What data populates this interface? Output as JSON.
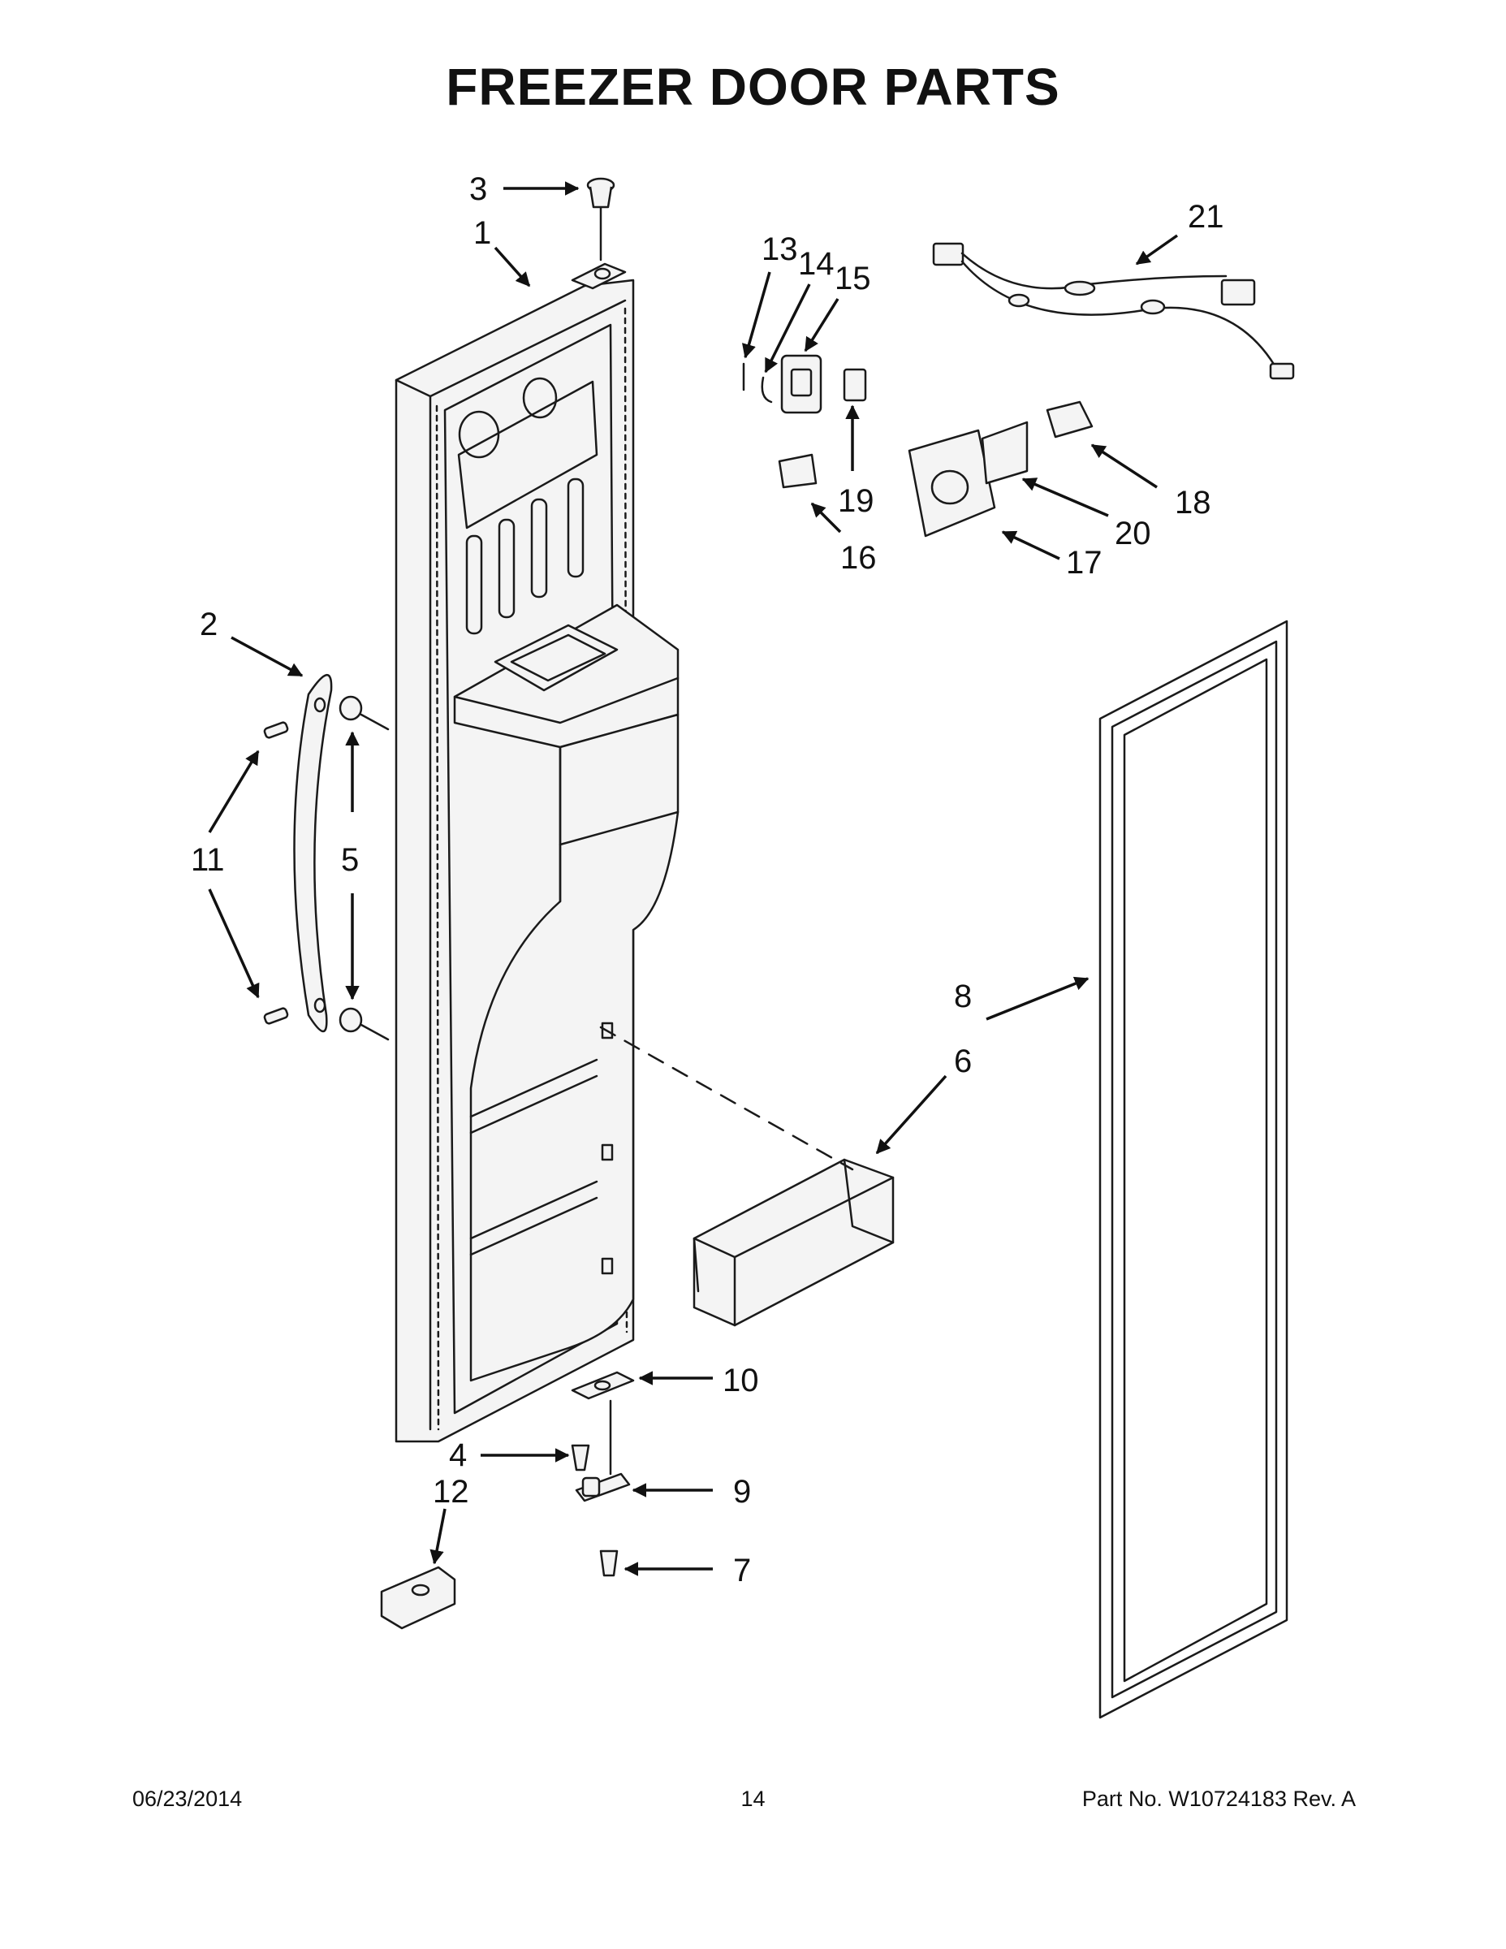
{
  "title": "FREEZER DOOR PARTS",
  "footer": {
    "date": "06/23/2014",
    "page": "14",
    "part_number": "Part No.  W10724183  Rev.  A"
  },
  "callouts": {
    "c1": "1",
    "c2": "2",
    "c3": "3",
    "c4": "4",
    "c5": "5",
    "c6": "6",
    "c7": "7",
    "c8": "8",
    "c9": "9",
    "c10": "10",
    "c11": "11",
    "c12": "12",
    "c13": "13",
    "c14": "14",
    "c15": "15",
    "c16": "16",
    "c17": "17",
    "c18": "18",
    "c19": "19",
    "c20": "20",
    "c21": "21"
  }
}
